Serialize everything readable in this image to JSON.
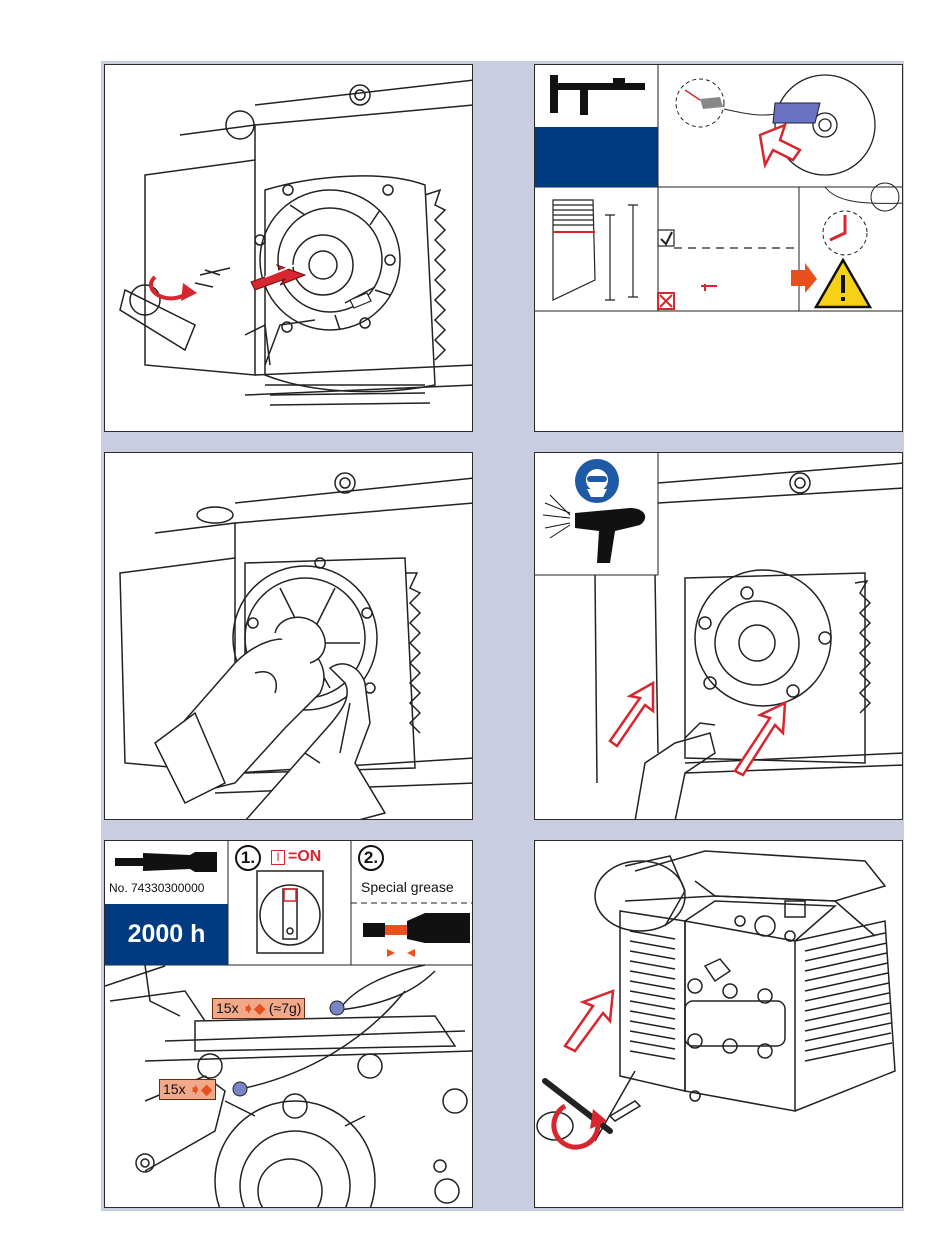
{
  "colors": {
    "accent_red": "#d7262e",
    "arrow_orange": "#e8511e",
    "brand_blue": "#003a80",
    "tag_fill": "#f2a98a",
    "frame": "#c9cde2",
    "warning_yellow": "#f7d117"
  },
  "panels": {
    "remove_cover": {
      "icon": "removal-key-arrow-icon"
    },
    "measure_vanes": {
      "icons": [
        "caliper-icon",
        "warning-icon",
        "vane-icon"
      ]
    },
    "clean_housing": {
      "icon": "gloved-hands-icon"
    },
    "blow_out": {
      "icons": [
        "face-protection-icon",
        "air-gun-icon"
      ]
    },
    "lubrication": {
      "grease_gun_no": "No. 74330300000",
      "interval": "2000 h",
      "step1": {
        "number": "1.",
        "switch_symbol": "I",
        "switch_text": "=ON"
      },
      "step2": {
        "number": "2.",
        "label": "Special grease"
      },
      "tag_upper": {
        "count": "15x",
        "amount": "(≈7g)"
      },
      "tag_lower": {
        "count": "15x"
      }
    },
    "reassemble": {
      "icon": "pump-assembly-icon"
    }
  }
}
